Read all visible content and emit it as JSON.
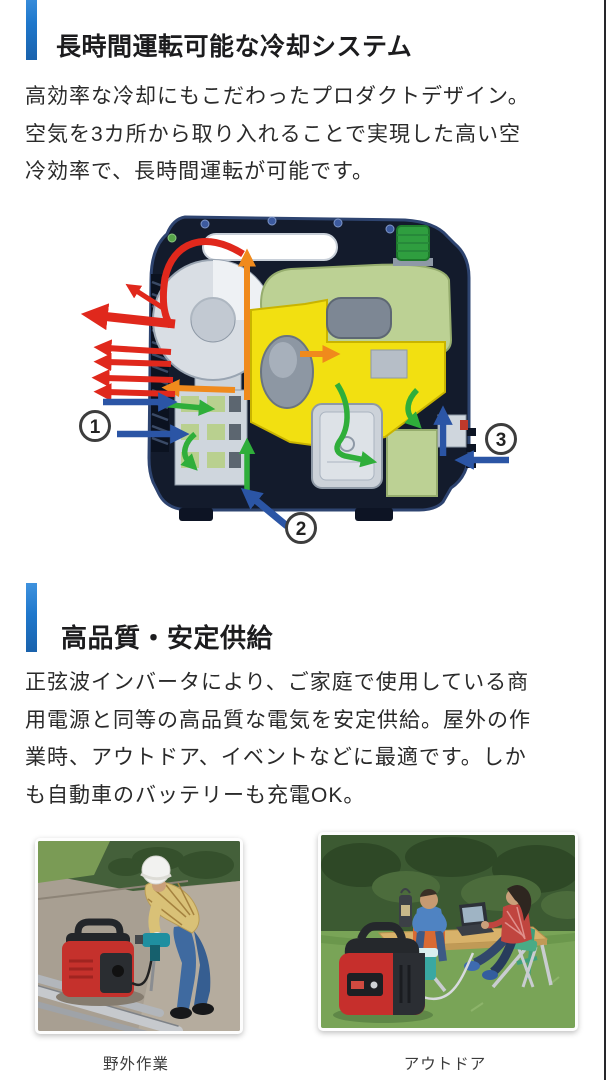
{
  "page": {
    "background": "#ffffff",
    "accent_color": "#1f78cc",
    "right_edge_color": "#26262a"
  },
  "sections": [
    {
      "heading": "長時間運転可能な冷却システム",
      "body": "高効率な冷却にもこだわったプロダクトデザイン。\n空気を3カ所から取り入れることで実現した高い空\n冷効率で、長時間運転が可能です。",
      "diagram": {
        "callouts": [
          "1",
          "2",
          "3"
        ],
        "colors": {
          "exhaust_arrow": "#e0281c",
          "heat_path_arrow": "#f08a1c",
          "cooling_arrow": "#2fae3a",
          "intake_arrow": "#2b55a5",
          "case": "#131b2c",
          "fuel_tank": "#bcd194",
          "engine": "#f2e011",
          "fuel_cap": "#2f9e3f"
        }
      }
    },
    {
      "heading": "高品質・安定供給",
      "body": "正弦波インバータにより、ご家庭で使用している商\n用電源と同等の高品質な電気を安定供給。屋外の作\n業時、アウトドア、イベントなどに最適です。しか\nも自動車のバッテリーも充電OK。",
      "photos": [
        {
          "caption": "野外作業"
        },
        {
          "caption": "アウトドア"
        }
      ]
    }
  ]
}
